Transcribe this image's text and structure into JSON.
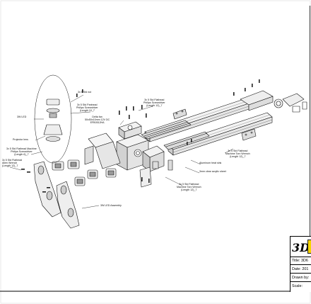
{
  "labels": {
    "std_nut": "3x 5 Std nut",
    "led_3w": "3W LED",
    "phillips_screwdriver": "3x 5 Std Panhead\nPhilips Screwdriver\n(Length 10_7",
    "delta_fan": "Delta fan\n50x50x10mm 12V DC\nEFB0512HA",
    "projector_lens": "Projector lens",
    "flathead_machine_phillips": "3x 5 Std Flathead Machine\nPhilips Screwdriver\n(Length 6)_7",
    "flathead_allen_left": "3x 5 Std Flathead\nAllen Wrench\n(Length 12)_7",
    "flathead_top": "3x 5 Std Flathead\nPhilips Screwdriver\n(Length 12)_7",
    "flathead_machine_torx_right": "3x 5 Std Flathead\nMachine Torx Wrench\n(Length 12)_7",
    "aluminum_heat_sink": "Aluminum heat sink",
    "acrylic_sheet": "3mm clear acrylic sheet",
    "flathead_machine_torx_bottom": "3x 5 Std Flathead\nMachine Torx Wrench\n(Length 12)_7",
    "led_assembly": "3W LED Assembly"
  },
  "title_block": {
    "logo_text": "3D",
    "title": "Title: 3D6",
    "date": "Date: 201",
    "drawn_by": "Drawn by:",
    "scale": "Scale:"
  }
}
